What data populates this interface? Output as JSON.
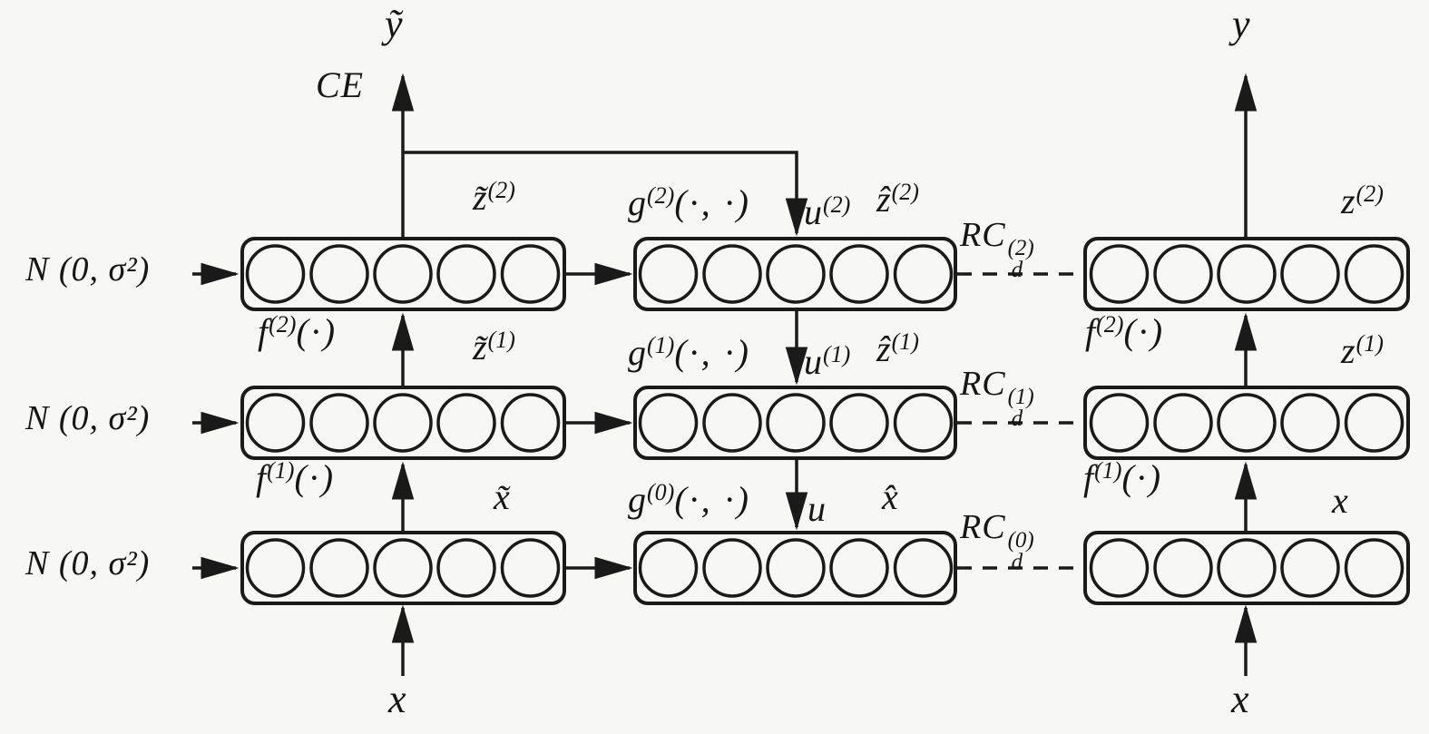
{
  "colors": {
    "background": "#f7f7f5",
    "line": "#1a1a1a"
  },
  "layer_units_per_box": 5,
  "corrupted_encoder": {
    "output_label": "ỹ",
    "input_label": "x",
    "noise_labels": [
      "N (0, σ²)",
      "N (0, σ²)",
      "N (0, σ²)"
    ],
    "activations": [
      {
        "base": "x̃",
        "sup": ""
      },
      {
        "base": "z̃",
        "sup": "(1)"
      },
      {
        "base": "z̃",
        "sup": "(2)"
      }
    ],
    "functions": [
      {
        "base": "f",
        "sup": "(1)",
        "args": "(·)"
      },
      {
        "base": "f",
        "sup": "(2)",
        "args": "(·)"
      }
    ]
  },
  "decoder": {
    "functions": [
      {
        "base": "g",
        "sup": "(0)",
        "args": "(·, ·)"
      },
      {
        "base": "g",
        "sup": "(1)",
        "args": "(·, ·)"
      },
      {
        "base": "g",
        "sup": "(2)",
        "args": "(·, ·)"
      }
    ],
    "projections": [
      {
        "base": "u",
        "sup": ""
      },
      {
        "base": "u",
        "sup": "(1)"
      },
      {
        "base": "u",
        "sup": "(2)"
      }
    ],
    "reconstructions": [
      {
        "base": "x̂",
        "sup": ""
      },
      {
        "base": "ẑ",
        "sup": "(1)"
      },
      {
        "base": "ẑ",
        "sup": "(2)"
      }
    ]
  },
  "clean_encoder": {
    "output_label": "y",
    "input_label": "x",
    "activations": [
      {
        "base": "x",
        "sup": ""
      },
      {
        "base": "z",
        "sup": "(1)"
      },
      {
        "base": "z",
        "sup": "(2)"
      }
    ],
    "functions": [
      {
        "base": "f",
        "sup": "(1)",
        "args": "(·)"
      },
      {
        "base": "f",
        "sup": "(2)",
        "args": "(·)"
      }
    ]
  },
  "costs": {
    "supervised": "CE",
    "reconstruction": [
      {
        "base": "RC",
        "sub": "d",
        "sup": "(0)"
      },
      {
        "base": "RC",
        "sub": "d",
        "sup": "(1)"
      },
      {
        "base": "RC",
        "sub": "d",
        "sup": "(2)"
      }
    ]
  }
}
